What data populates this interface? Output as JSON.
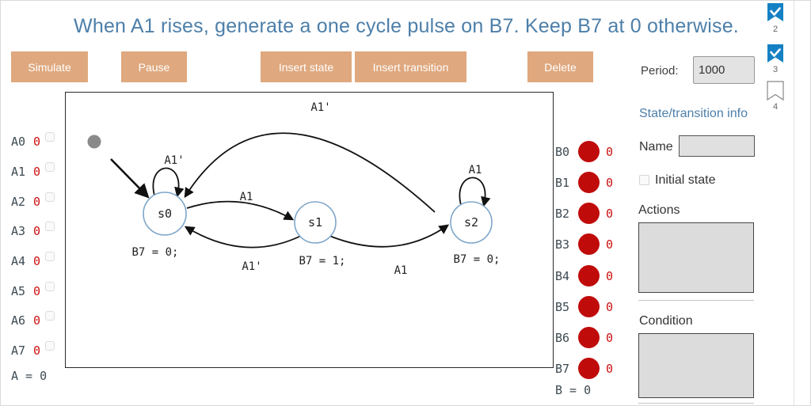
{
  "title": "When A1 rises, generate a one cycle pulse on B7. Keep B7 at 0 otherwise.",
  "toolbar": {
    "simulate": "Simulate",
    "pause": "Pause",
    "insert_state": "Insert state",
    "insert_transition": "Insert transition",
    "delete": "Delete",
    "period_label": "Period:",
    "period_value": "1000"
  },
  "inputs": {
    "items": [
      {
        "label": "A0",
        "value": "0"
      },
      {
        "label": "A1",
        "value": "0"
      },
      {
        "label": "A2",
        "value": "0"
      },
      {
        "label": "A3",
        "value": "0"
      },
      {
        "label": "A4",
        "value": "0"
      },
      {
        "label": "A5",
        "value": "0"
      },
      {
        "label": "A6",
        "value": "0"
      },
      {
        "label": "A7",
        "value": "0"
      }
    ],
    "sum_label": "A = 0"
  },
  "outputs": {
    "items": [
      {
        "label": "B0",
        "value": "0"
      },
      {
        "label": "B1",
        "value": "0"
      },
      {
        "label": "B2",
        "value": "0"
      },
      {
        "label": "B3",
        "value": "0"
      },
      {
        "label": "B4",
        "value": "0"
      },
      {
        "label": "B5",
        "value": "0"
      },
      {
        "label": "B6",
        "value": "0"
      },
      {
        "label": "B7",
        "value": "0"
      }
    ],
    "sum_label": "B = 0"
  },
  "diagram": {
    "states": [
      {
        "name": "s0",
        "action": "B7 = 0;"
      },
      {
        "name": "s1",
        "action": "B7 = 1;"
      },
      {
        "name": "s2",
        "action": "B7 = 0;"
      }
    ],
    "transitions": [
      {
        "from": "start",
        "to": "s0",
        "condition": ""
      },
      {
        "from": "s0",
        "to": "s0",
        "condition": "A1'"
      },
      {
        "from": "s0",
        "to": "s1",
        "condition": "A1"
      },
      {
        "from": "s1",
        "to": "s0",
        "condition": "A1'"
      },
      {
        "from": "s1",
        "to": "s2",
        "condition": "A1"
      },
      {
        "from": "s2",
        "to": "s2",
        "condition": "A1"
      },
      {
        "from": "s2",
        "to": "s0",
        "condition": "A1'"
      }
    ]
  },
  "panel": {
    "heading": "State/transition info",
    "name_label": "Name",
    "initial_state_label": "Initial state",
    "actions_label": "Actions",
    "condition_label": "Condition"
  },
  "badges": [
    {
      "number": "2",
      "checked": true
    },
    {
      "number": "3",
      "checked": true
    },
    {
      "number": "4",
      "checked": false
    }
  ],
  "colors": {
    "accent_blue": "#4d7fa9",
    "button_tan": "#dfa87e",
    "led_red": "#c00b0b",
    "value_red": "#cc1212",
    "state_stroke": "#7ea6c9",
    "badge_blue": "#1581c4"
  }
}
